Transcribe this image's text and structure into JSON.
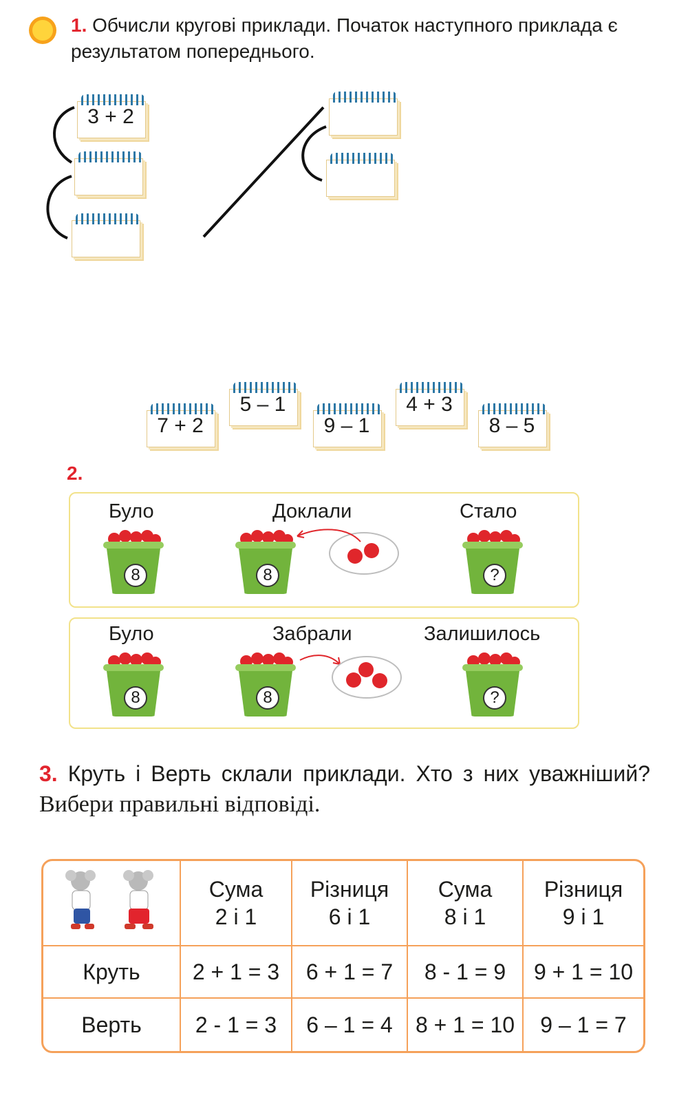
{
  "task1": {
    "number": "1.",
    "text": "Обчисли кругові приклади. Початок наступного приклада є результатом попереднього.",
    "cards_left": [
      "3 + 2",
      "",
      ""
    ],
    "cards_right": [
      "",
      ""
    ],
    "cards_bottom": [
      "7 + 2",
      "5 – 1",
      "9 – 1",
      "4 + 3",
      "8 – 5"
    ]
  },
  "task2": {
    "number": "2.",
    "row1": {
      "labels": [
        "Було",
        "Доклали",
        "Стало"
      ],
      "values": [
        "8",
        "8",
        "?"
      ],
      "plate_apples": 2
    },
    "row2": {
      "labels": [
        "Було",
        "Забрали",
        "Залишилось"
      ],
      "values": [
        "8",
        "8",
        "?"
      ],
      "plate_apples": 3
    }
  },
  "task3": {
    "number": "3.",
    "text_a": "Круть і Верть склали приклади. Хто з них уважніший?",
    "text_b": "Вибери правильні відповіді.",
    "headers": [
      [
        "Сума",
        "2  і  1"
      ],
      [
        "Різниця",
        "6  і  1"
      ],
      [
        "Сума",
        "8  і  1"
      ],
      [
        "Різниця",
        "9  і  1"
      ]
    ],
    "rows": [
      {
        "name": "Круть",
        "cells": [
          "2 + 1 = 3",
          "6 + 1 = 7",
          "8 - 1 = 9",
          "9 + 1 = 10"
        ]
      },
      {
        "name": "Верть",
        "cells": [
          "2 - 1 = 3",
          "6 – 1 = 4",
          "8 + 1 = 10",
          "9 – 1 = 7"
        ]
      }
    ]
  },
  "colors": {
    "accent_red": "#e2242d",
    "table_border": "#f5a15a",
    "panel_border": "#f2e28a",
    "bucket_green": "#72b43c"
  }
}
